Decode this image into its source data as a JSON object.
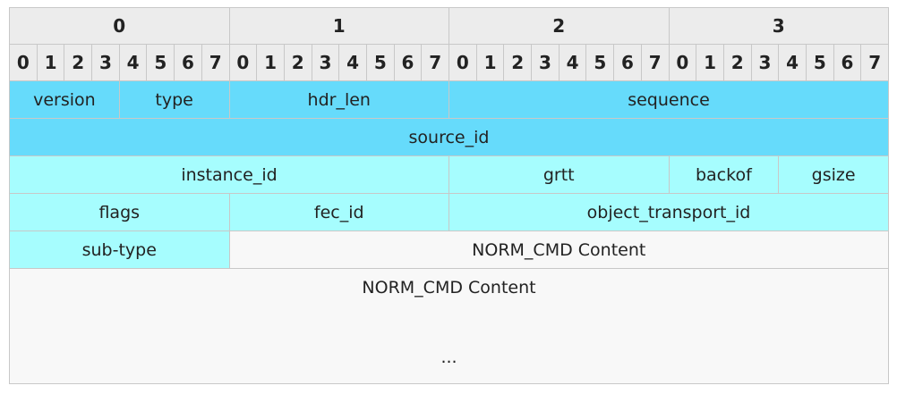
{
  "bytes": [
    "0",
    "1",
    "2",
    "3"
  ],
  "bits": [
    "0",
    "1",
    "2",
    "3",
    "4",
    "5",
    "6",
    "7"
  ],
  "fields": {
    "version": "version",
    "type": "type",
    "hdr_len": "hdr_len",
    "sequence": "sequence",
    "source_id": "source_id",
    "instance_id": "instance_id",
    "grtt": "grtt",
    "backof": "backof",
    "gsize": "gsize",
    "flags": "flags",
    "fec_id": "fec_id",
    "object_transport_id": "object_transport_id",
    "sub_type": "sub-type",
    "content_inline": "NORM_CMD Content",
    "content_block": "NORM_CMD Content",
    "ellipsis": "..."
  },
  "colors": {
    "header": "#ececec",
    "blue": "#66dbfb",
    "cyan": "#a6fdfe",
    "content": "#f8f8f8",
    "border": "#c8c8c8"
  }
}
